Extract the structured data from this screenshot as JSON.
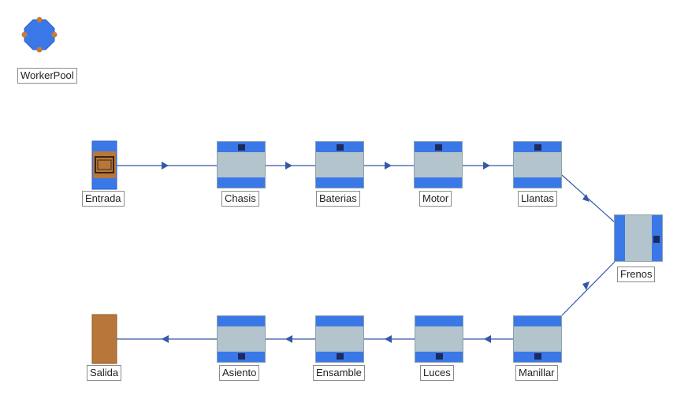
{
  "workerpool": {
    "label": "WorkerPool"
  },
  "nodes": {
    "entrada": "Entrada",
    "chasis": "Chasis",
    "baterias": "Baterias",
    "motor": "Motor",
    "llantas": "Llantas",
    "frenos": "Frenos",
    "manillar": "Manillar",
    "luces": "Luces",
    "ensamble": "Ensamble",
    "asiento": "Asiento",
    "salida": "Salida"
  },
  "colors": {
    "accent": "#3b78e7",
    "body": "#b4c4cc",
    "dark": "#1d2a5a",
    "wood": "#b8773a",
    "connector": "#3558a8"
  },
  "icons": {
    "workerpool": "workerpool-icon",
    "source": "source-icon",
    "sink": "sink-icon",
    "server": "server-icon"
  }
}
